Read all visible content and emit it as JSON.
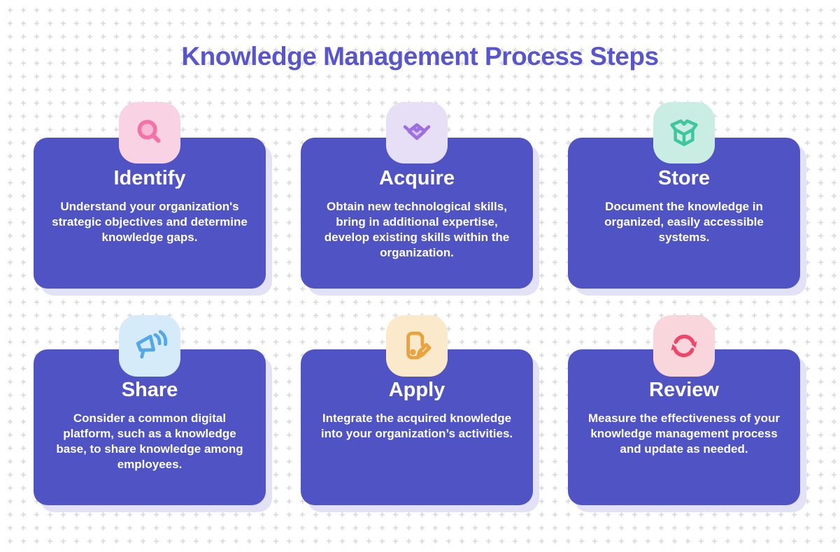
{
  "title": "Knowledge Management Process Steps",
  "colors": {
    "page_bg": "#FFFFFF",
    "pattern_plus": "#D9D9E0",
    "title_text": "#5955CD",
    "card_bg": "#4F53C3",
    "card_shadow": "#E2E1F5",
    "card_text": "#FFFFFF"
  },
  "cards": [
    {
      "heading": "Identify",
      "body": "Understand your organization's strategic objectives and determine knowledge gaps.",
      "icon": "magnifier-icon",
      "icon_bg": "#F9D3E3",
      "icon_color": "#F272A9"
    },
    {
      "heading": "Acquire",
      "body": "Obtain new technological skills, bring in additional expertise, develop existing skills within the organization.",
      "icon": "handshake-icon",
      "icon_bg": "#E6DFF6",
      "icon_color": "#9D6FE0"
    },
    {
      "heading": "Store",
      "body": "Document the knowledge in organized, easily accessible systems.",
      "icon": "open-box-icon",
      "icon_bg": "#C9EDE3",
      "icon_color": "#3EC79F"
    },
    {
      "heading": "Share",
      "body": "Consider a common digital platform, such as a knowledge base, to share knowledge among employees.",
      "icon": "megaphone-icon",
      "icon_bg": "#D5EBF9",
      "icon_color": "#54A8E8"
    },
    {
      "heading": "Apply",
      "body": "Integrate the acquired knowledge into your organization’s activities.",
      "icon": "document-pencil-icon",
      "icon_bg": "#FBE9CB",
      "icon_color": "#EAA33C"
    },
    {
      "heading": "Review",
      "body": "Measure the effectiveness of your knowledge management process and update as needed.",
      "icon": "refresh-icon",
      "icon_bg": "#F9D6DC",
      "icon_color": "#EF4568"
    }
  ]
}
